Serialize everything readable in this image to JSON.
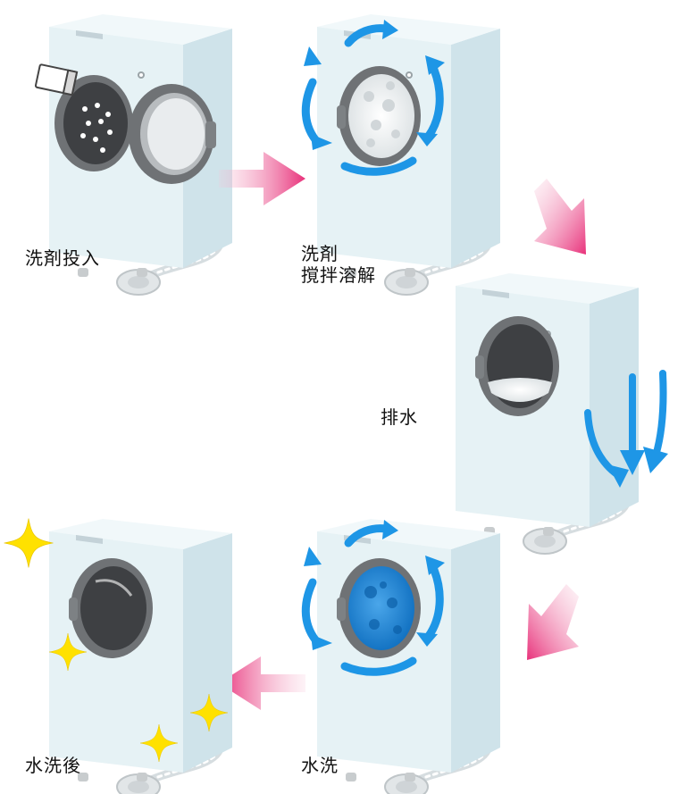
{
  "steps": [
    {
      "id": "detergent-input",
      "label": "洗剤投入"
    },
    {
      "id": "detergent-dissolve",
      "label": "洗剤\n撹拌溶解"
    },
    {
      "id": "drain",
      "label": "排水"
    },
    {
      "id": "water-wash",
      "label": "水洗"
    },
    {
      "id": "after-wash",
      "label": "水洗後"
    }
  ],
  "colors": {
    "machine_front": "#e6f2f5",
    "machine_side": "#cfe3ea",
    "machine_top": "#f1f8fa",
    "door_ring": "#6f7275",
    "drum": "#3e4043",
    "rotation_arrow": "#1e96e6",
    "flow_arrow": "#e8317a",
    "sparkle": "#ffe100",
    "hose": "#d6dde0",
    "blue_water": "#1f86d6"
  },
  "icons": [
    "detergent-box-icon",
    "rotation-arrows-icon",
    "drain-arrows-icon",
    "sparkle-icon",
    "flow-arrow-icon"
  ]
}
